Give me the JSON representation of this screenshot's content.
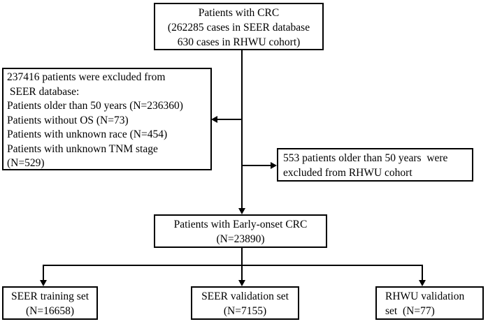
{
  "boxes": {
    "top": {
      "lines": [
        "Patients with CRC",
        "(262285 cases in SEER database",
        "630 cases in RHWU cohort)"
      ]
    },
    "excluded_seer": {
      "lines": [
        "237416 patients were excluded from",
        " SEER database:",
        "Patients older than 50 years (N=236360)",
        "Patients without OS (N=73)",
        "Patients with unknown race (N=454)",
        "Patients with unknown TNM stage",
        "(N=529)"
      ]
    },
    "excluded_rhwu": {
      "lines": [
        "553 patients older than 50 years  were",
        "excluded from RHWU cohort"
      ]
    },
    "early_onset": {
      "lines": [
        "Patients with Early-onset CRC",
        "(N=23890)"
      ]
    },
    "training_seer": {
      "lines": [
        "SEER training set",
        "(N=16658)"
      ]
    },
    "validation_seer": {
      "lines": [
        "SEER validation set",
        "(N=7155)"
      ]
    },
    "validation_rhwu": {
      "lines": [
        "RHWU validation",
        "set  (N=77)"
      ]
    }
  },
  "colors": {
    "background": "#ffffff",
    "border": "#000000",
    "text": "#000000"
  }
}
